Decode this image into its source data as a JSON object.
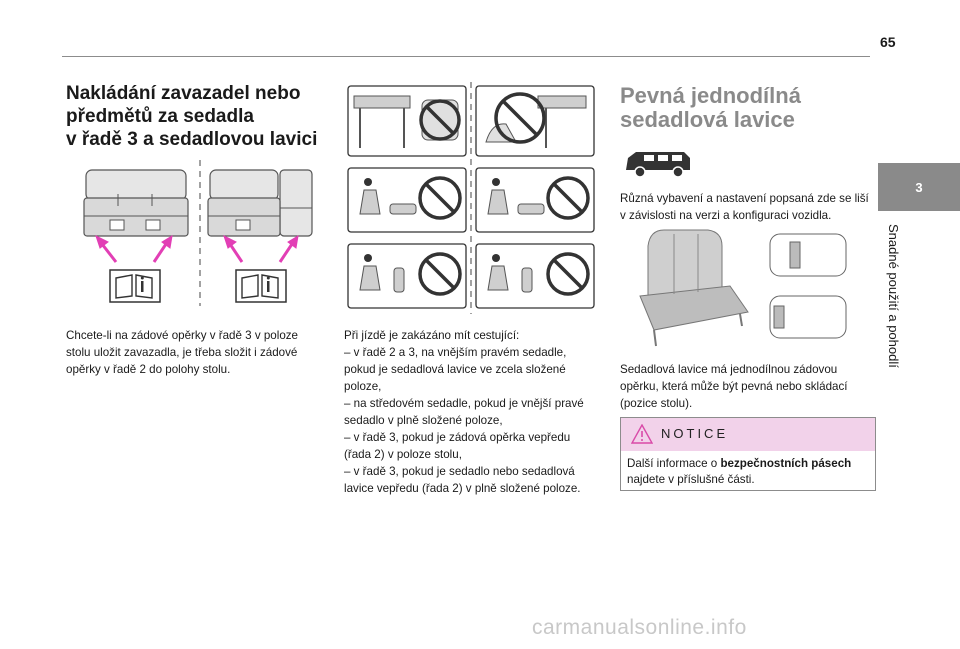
{
  "page": {
    "number": "65"
  },
  "side_tab": {
    "chapter": "3",
    "label": "Snadné použití a pohodlí"
  },
  "col1": {
    "heading_lines": [
      "Nakládání zavazadel nebo",
      "předmětů za sedadla",
      "v řadě 3 a sedadlovou lavici"
    ],
    "body_lines": [
      "Chcete-li na zádové opěrky v řadě 3 v poloze",
      "stolu uložit zavazadla, je třeba složit i zádové",
      "opěrky v řadě 2 do polohy stolu."
    ]
  },
  "col2": {
    "body_lines": [
      "Při jízdě je zakázáno mít cestující:",
      "–  v řadě 2 a 3, na vnějším pravém sedadle,",
      "pokud je sedadlová lavice ve zcela složené",
      "poloze,",
      "–  na středovém sedadle, pokud je vnější pravé",
      "sedadlo v plně složené poloze,",
      "–  v řadě 3, pokud je zádová opěrka vepředu",
      "(řada 2) v poloze stolu,",
      "–  v řadě 3, pokud je sedadlo nebo sedadlová",
      "lavice vepředu (řada 2) v plně složené poloze."
    ]
  },
  "col3": {
    "heading_lines": [
      "Pevná jednodílná",
      "sedadlová lavice"
    ],
    "intro_lines": [
      "Různá vybavení a nastavení popsaná zde se liší",
      "v závislosti na verzi a konfiguraci vozidla."
    ],
    "body_lines": [
      "Sedadlová lavice má jednodílnou zádovou",
      "opěrku, která může být pevná nebo skládací",
      "(pozice stolu)."
    ],
    "notice": {
      "title": "NOTICE",
      "line1_prefix": "Další informace o ",
      "line1_bold": "bezpečnostních pásech",
      "line2": "najdete v příslušné části."
    }
  },
  "footer": {
    "watermark": "carmanualsonline.info"
  },
  "colors": {
    "accent_pink": "#e23fb5",
    "notice_bg": "#f2d2ea",
    "tab_gray": "#8a8a8a",
    "rule_gray": "#8c8c8c"
  }
}
